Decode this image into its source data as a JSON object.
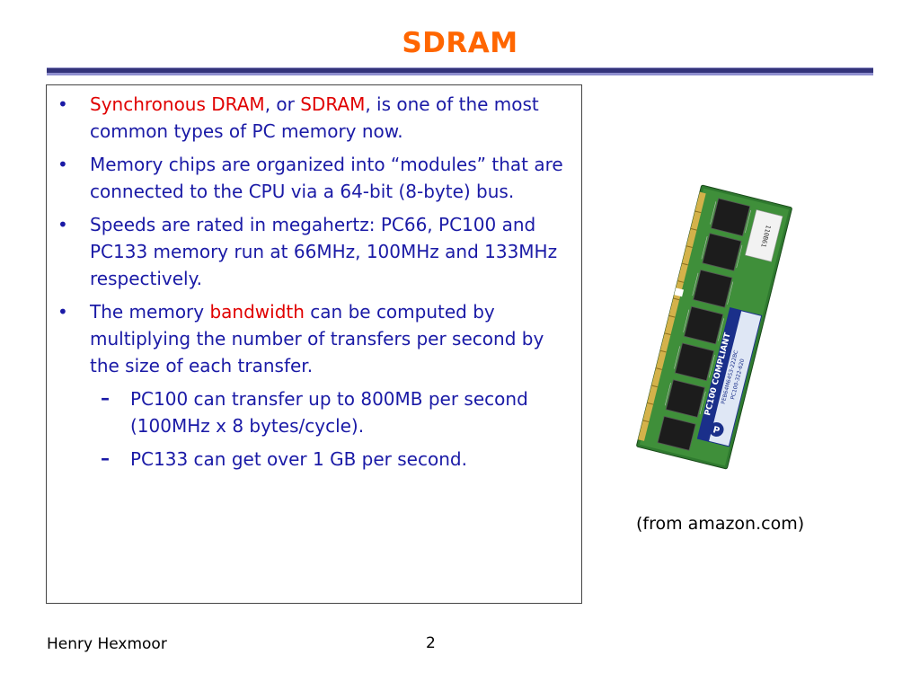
{
  "slide": {
    "title": "SDRAM",
    "bullets": [
      {
        "parts": [
          {
            "text": "Synchronous DRAM",
            "highlight": true
          },
          {
            "text": ", or ",
            "highlight": false
          },
          {
            "text": "SDRAM",
            "highlight": true
          },
          {
            "text": ", is one of the most common types of PC memory now.",
            "highlight": false
          }
        ]
      },
      {
        "parts": [
          {
            "text": "Memory chips are organized into “modules” that are connected to the CPU via a 64-bit (8-byte) bus.",
            "highlight": false
          }
        ]
      },
      {
        "parts": [
          {
            "text": "Speeds are rated in megahertz: PC66, PC100 and PC133 memory run at 66MHz, 100MHz and 133MHz respectively.",
            "highlight": false
          }
        ]
      },
      {
        "parts": [
          {
            "text": "The memory ",
            "highlight": false
          },
          {
            "text": "bandwidth",
            "highlight": true
          },
          {
            "text": " can be computed by multiplying the number of transfers per second by the size of each transfer.",
            "highlight": false
          }
        ]
      }
    ],
    "sub_bullets": [
      "PC100 can transfer up to 800MB per second (100MHz x 8 bytes/cycle).",
      "PC133 can get over 1 GB per second."
    ],
    "image": {
      "label_main": "PC100 COMPLIANT",
      "label_sub1": "PEB64M64S3-222BC",
      "label_sub2": "PC100-322-620",
      "sticker_text": "110B61",
      "logo_text": "P"
    },
    "caption": "(from amazon.com)",
    "footer": {
      "author": "Henry Hexmoor",
      "page": "2"
    },
    "colors": {
      "title": "#ff6600",
      "text": "#1a1aa6",
      "highlight": "#e00000",
      "rule": "#33337a"
    }
  }
}
